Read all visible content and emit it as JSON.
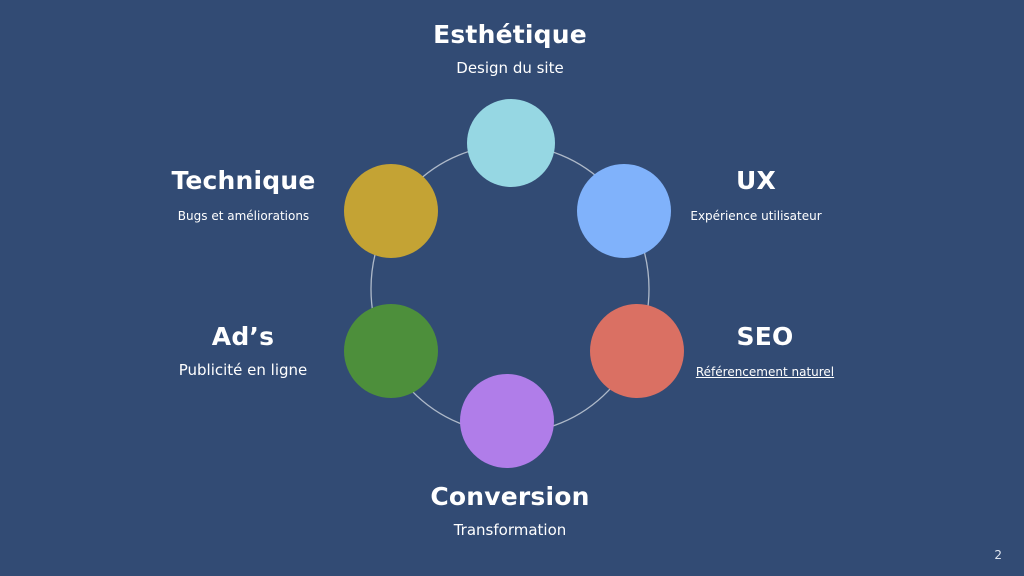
{
  "diagram": {
    "items": [
      {
        "id": "esthetique",
        "title": "Esthétique",
        "subtitle": "Design du site",
        "color": "#96d7e3"
      },
      {
        "id": "ux",
        "title": "UX",
        "subtitle": "Expérience utilisateur",
        "color": "#80b2fb"
      },
      {
        "id": "seo",
        "title": "SEO",
        "subtitle": "Référencement naturel",
        "color": "#da7063"
      },
      {
        "id": "conversion",
        "title": "Conversion",
        "subtitle": "Transformation",
        "color": "#b07de9"
      },
      {
        "id": "ads",
        "title": "Ad’s",
        "subtitle": "Publicité en ligne",
        "color": "#4d8f3b"
      },
      {
        "id": "technique",
        "title": "Technique",
        "subtitle": "Bugs et améliorations",
        "color": "#c4a334"
      }
    ],
    "ring_color": "#aeb9c9"
  },
  "footer": {
    "page_number": "2"
  }
}
